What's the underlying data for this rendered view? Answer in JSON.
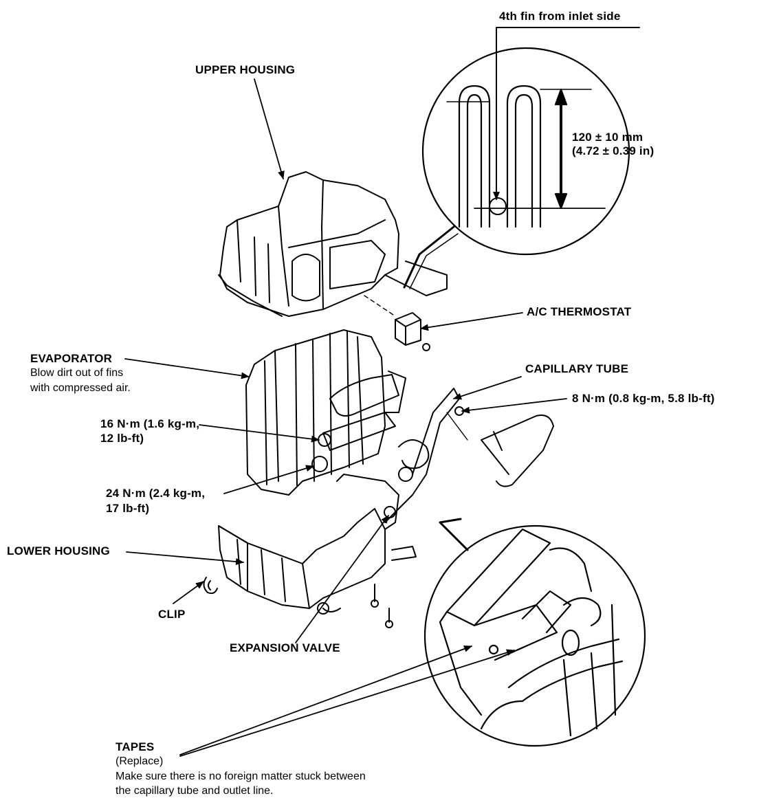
{
  "labels": {
    "fin_note": "4th fin from inlet side",
    "dimension_mm": "120 ± 10 mm",
    "dimension_in": "(4.72 ± 0.39 in)",
    "upper_housing": "UPPER HOUSING",
    "thermostat": "A/C THERMOSTAT",
    "evaporator": "EVAPORATOR",
    "evaporator_note_1": "Blow dirt out of fins",
    "evaporator_note_2": "with compressed air.",
    "capillary_tube": "CAPILLARY TUBE",
    "torque_8": "8 N·m (0.8 kg-m, 5.8 lb-ft)",
    "torque_16_a": "16 N·m (1.6 kg-m,",
    "torque_16_b": "12 lb-ft)",
    "torque_24_a": "24 N·m (2.4 kg-m,",
    "torque_24_b": "17 lb-ft)",
    "lower_housing": "LOWER HOUSING",
    "clip": "CLIP",
    "expansion_valve": "EXPANSION VALVE",
    "tapes": "TAPES",
    "tapes_replace": "(Replace)",
    "tapes_note_1": "Make sure there is no foreign matter stuck between",
    "tapes_note_2": "the capillary tube and outlet line."
  }
}
